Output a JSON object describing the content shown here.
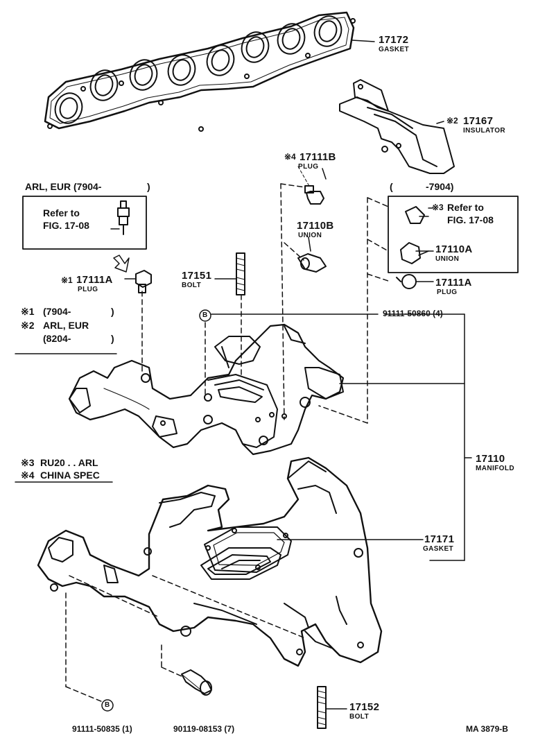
{
  "parts": {
    "gasket_top": {
      "number": "17172",
      "name": "GASKET"
    },
    "insulator": {
      "mark": "※2",
      "number": "17167",
      "name": "INSULATOR"
    },
    "plug_b": {
      "mark": "※4",
      "number": "17111B",
      "name": "PLUG"
    },
    "union_b": {
      "number": "17110B",
      "name": "UNION"
    },
    "bolt_stud": {
      "number": "17151",
      "name": "BOLT"
    },
    "plug_a_left": {
      "mark": "※1",
      "number": "17111A",
      "name": "PLUG"
    },
    "union_a": {
      "number": "17110A",
      "name": "UNION"
    },
    "plug_a_right": {
      "number": "17111A",
      "name": "PLUG"
    },
    "bolt_b_top": {
      "marker": "B",
      "number": "91111-50860 (4)"
    },
    "manifold": {
      "number": "17110",
      "name": "MANIFOLD"
    },
    "gasket_mid": {
      "number": "17171",
      "name": "GASKET"
    },
    "bolt_bottom_left": {
      "marker": "B",
      "number": "91111-50835 (1)"
    },
    "bolt_bottom_mid": {
      "number": "90119-08153 (7)"
    },
    "bolt_stud_bottom": {
      "number": "17152",
      "name": "BOLT"
    }
  },
  "refer_left": {
    "header": "ARL, EUR (7904-",
    "header_close": ")",
    "line1": "Refer to",
    "line2": "FIG. 17-08"
  },
  "refer_right": {
    "header": "(",
    "header_date": "-7904)",
    "mark": "※3",
    "line1": "Refer to",
    "line2": "FIG. 17-08"
  },
  "notes": {
    "n1_mark": "※1",
    "n1_text": "(7904-",
    "n1_close": ")",
    "n2_mark": "※2",
    "n2_text": "ARL, EUR",
    "n2b_text": "(8204-",
    "n2b_close": ")",
    "n3_mark": "※3",
    "n3_text": "RU20 . . ARL",
    "n4_mark": "※4",
    "n4_text": "CHINA SPEC"
  },
  "figure_id": "MA 3879-B"
}
